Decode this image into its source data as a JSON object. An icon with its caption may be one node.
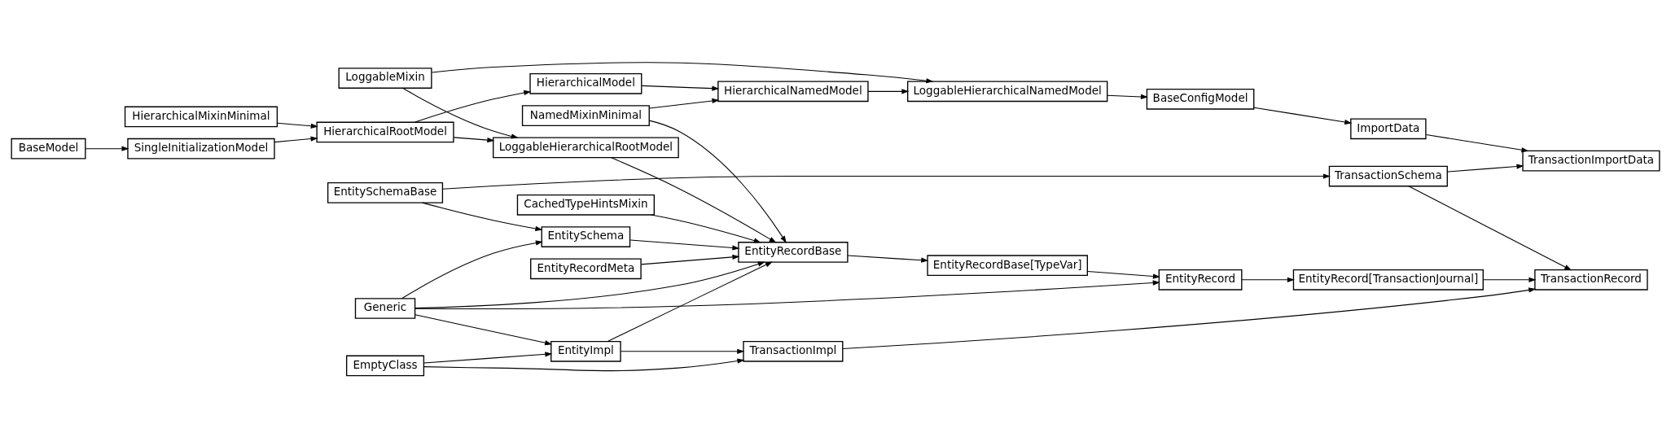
{
  "diagram": {
    "nodes": [
      {
        "text": [
          "LoggableMixin"
        ]
      },
      {
        "text": [
          "HierarchicalModel"
        ]
      },
      {
        "text": [
          "HierarchicalMixinMinimal"
        ]
      },
      {
        "text": [
          "HierarchicalNamedModel"
        ]
      },
      {
        "text": [
          "NamedMixinMinimal"
        ]
      },
      {
        "text": [
          "LoggableHierarchicalNamedModel"
        ]
      },
      {
        "text": [
          "BaseModel"
        ]
      },
      {
        "text": [
          "SingleInitializationModel"
        ]
      },
      {
        "text": [
          "HierarchicalRootModel"
        ]
      },
      {
        "text": [
          "LoggableHierarchicalRootModel"
        ]
      },
      {
        "text": [
          "BaseConfigModel"
        ]
      },
      {
        "text": [
          "ImportData"
        ]
      },
      {
        "text": [
          "TransactionImportData"
        ]
      },
      {
        "text": [
          "TransactionSchema"
        ]
      },
      {
        "text": [
          "EntitySchemaBase"
        ]
      },
      {
        "text": [
          "EntityRecordMeta"
        ]
      },
      {
        "text": [
          "EntitySchema"
        ]
      },
      {
        "text": [
          "EntityRecordBase"
        ]
      },
      {
        "text": [
          "CachedTypeHintsMixin"
        ]
      },
      {
        "text": [
          "EntityRecordBase[TypeVar]"
        ]
      },
      {
        "text": [
          "Generic"
        ]
      },
      {
        "text": [
          "EntityRecord"
        ]
      },
      {
        "text": [
          "EntityRecord[TransactionJournal]"
        ]
      },
      {
        "text": [
          "TransactionRecord"
        ]
      },
      {
        "text": [
          "EntityImpl"
        ]
      },
      {
        "text": [
          "TransactionImpl"
        ]
      },
      {
        "text": [
          "EmptyClass"
        ]
      }
    ],
    "edges": [
      {
        "from": 0,
        "to": 5,
        "arrow": "to"
      },
      {
        "from": 0,
        "to": 9,
        "arrow": "to"
      },
      {
        "from": 1,
        "to": 3,
        "arrow": "to"
      },
      {
        "from": 3,
        "to": 5,
        "arrow": "to"
      },
      {
        "from": 4,
        "to": 3,
        "arrow": "to"
      },
      {
        "from": 4,
        "to": 17,
        "arrow": "to"
      },
      {
        "from": 2,
        "to": 8,
        "arrow": "to"
      },
      {
        "from": 6,
        "to": 7,
        "arrow": "to"
      },
      {
        "from": 7,
        "to": 8,
        "arrow": "to"
      },
      {
        "from": 8,
        "to": 1,
        "arrow": "to"
      },
      {
        "from": 8,
        "to": 9,
        "arrow": "to"
      },
      {
        "from": 5,
        "to": 10,
        "arrow": "to"
      },
      {
        "from": 10,
        "to": 11,
        "arrow": "to"
      },
      {
        "from": 11,
        "to": 12,
        "arrow": "to"
      },
      {
        "from": 13,
        "to": 12,
        "arrow": "to"
      },
      {
        "from": 9,
        "to": 17,
        "arrow": "to"
      },
      {
        "from": 14,
        "to": 13,
        "arrow": "to"
      },
      {
        "from": 14,
        "to": 16,
        "arrow": "to"
      },
      {
        "from": 15,
        "to": 17,
        "arrow": "to"
      },
      {
        "from": 16,
        "to": 17,
        "arrow": "to"
      },
      {
        "from": 18,
        "to": 17,
        "arrow": "to"
      },
      {
        "from": 13,
        "to": 23,
        "arrow": "to"
      },
      {
        "from": 17,
        "to": 19,
        "arrow": "to"
      },
      {
        "from": 19,
        "to": 21,
        "arrow": "to"
      },
      {
        "from": 20,
        "to": 16,
        "arrow": "to"
      },
      {
        "from": 20,
        "to": 17,
        "arrow": "to"
      },
      {
        "from": 20,
        "to": 21,
        "arrow": "to"
      },
      {
        "from": 20,
        "to": 24,
        "arrow": "to"
      },
      {
        "from": 21,
        "to": 22,
        "arrow": "to"
      },
      {
        "from": 22,
        "to": 23,
        "arrow": "to"
      },
      {
        "from": 24,
        "to": 17,
        "arrow": "to"
      },
      {
        "from": 24,
        "to": 25,
        "arrow": "to"
      },
      {
        "from": 25,
        "to": 23,
        "arrow": "to"
      },
      {
        "from": 26,
        "to": 24,
        "arrow": "to"
      },
      {
        "from": 26,
        "to": 25,
        "arrow": "to"
      }
    ]
  }
}
